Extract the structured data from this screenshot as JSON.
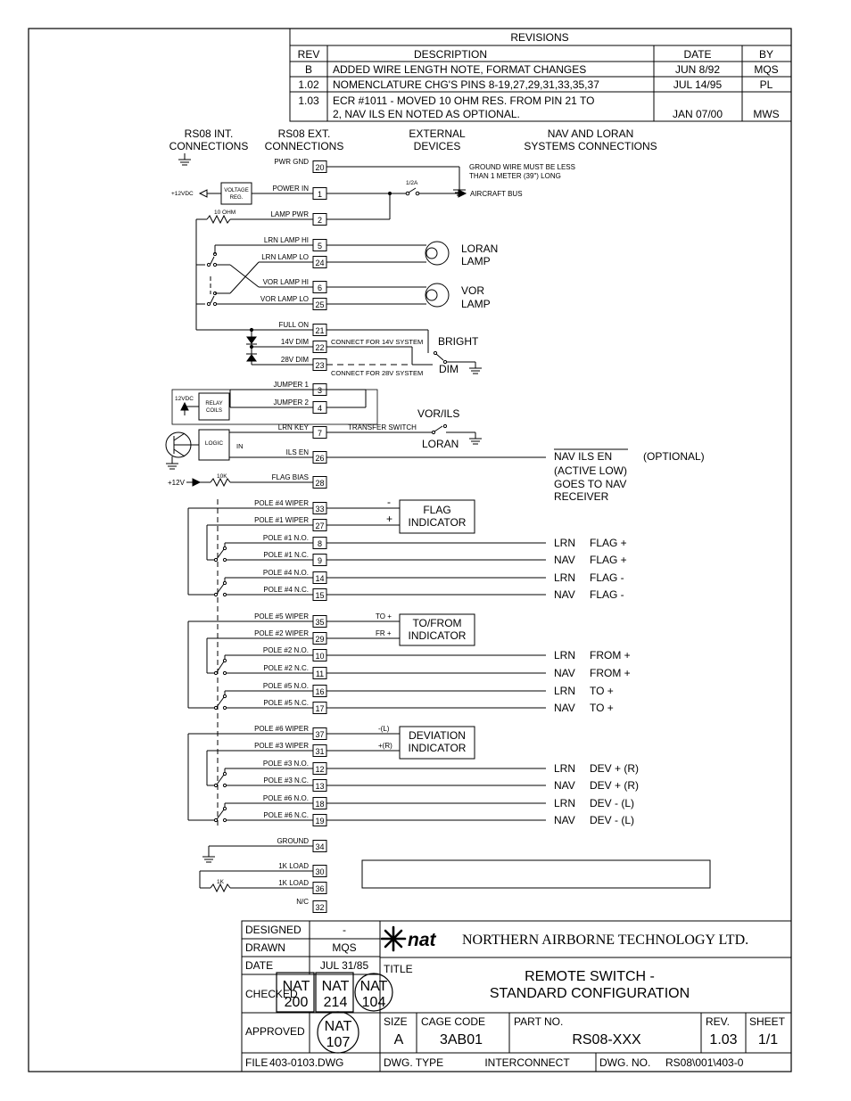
{
  "revisions": {
    "header": "REVISIONS",
    "columns": [
      "REV",
      "DESCRIPTION",
      "DATE",
      "BY"
    ],
    "rows": [
      {
        "rev": "B",
        "desc": [
          "ADDED WIRE LENGTH NOTE, FORMAT CHANGES"
        ],
        "date": "JUN 8/92",
        "by": "MQS"
      },
      {
        "rev": "1.02",
        "desc": [
          "NOMENCLATURE CHG'S PINS 8-19,27,29,31,33,35,37"
        ],
        "date": "JUL 14/95",
        "by": "PL"
      },
      {
        "rev": "1.03",
        "desc": [
          "ECR #1011 - MOVED 10 OHM RES. FROM PIN 21 TO",
          "2, NAV ILS EN NOTED AS OPTIONAL."
        ],
        "date": "JAN 07/00",
        "by": "MWS"
      }
    ]
  },
  "sections": {
    "int": [
      "RS08 INT.",
      "CONNECTIONS"
    ],
    "ext": [
      "RS08 EXT.",
      "CONNECTIONS"
    ],
    "devices": [
      "EXTERNAL",
      "DEVICES"
    ],
    "nav": [
      "NAV AND LORAN",
      "SYSTEMS CONNECTIONS"
    ]
  },
  "pins": [
    {
      "label": "PWR GND",
      "pin": "20"
    },
    {
      "label": "POWER IN",
      "pin": "1"
    },
    {
      "label": "LAMP PWR",
      "pin": "2"
    },
    {
      "label": "LRN LAMP HI",
      "pin": "5"
    },
    {
      "label": "LRN LAMP LO",
      "pin": "24"
    },
    {
      "label": "VOR LAMP HI",
      "pin": "6"
    },
    {
      "label": "VOR LAMP LO",
      "pin": "25"
    },
    {
      "label": "FULL ON",
      "pin": "21"
    },
    {
      "label": "14V DIM",
      "pin": "22"
    },
    {
      "label": "28V DIM",
      "pin": "23"
    },
    {
      "label": "JUMPER 1",
      "pin": "3"
    },
    {
      "label": "JUMPER 2",
      "pin": "4"
    },
    {
      "label": "LRN KEY",
      "pin": "7"
    },
    {
      "label": "ILS EN",
      "pin": "26"
    },
    {
      "label": "FLAG BIAS",
      "pin": "28"
    },
    {
      "label": "POLE #4 WIPER",
      "pin": "33"
    },
    {
      "label": "POLE #1 WIPER",
      "pin": "27"
    },
    {
      "label": "POLE #1 N.O.",
      "pin": "8"
    },
    {
      "label": "POLE #1 N.C.",
      "pin": "9"
    },
    {
      "label": "POLE #4 N.O.",
      "pin": "14"
    },
    {
      "label": "POLE #4 N.C.",
      "pin": "15"
    },
    {
      "label": "POLE #5 WIPER",
      "pin": "35"
    },
    {
      "label": "POLE #2 WIPER",
      "pin": "29"
    },
    {
      "label": "POLE #2 N.O.",
      "pin": "10"
    },
    {
      "label": "POLE #2 N.C.",
      "pin": "11"
    },
    {
      "label": "POLE #5 N.O.",
      "pin": "16"
    },
    {
      "label": "POLE #5 N.C.",
      "pin": "17"
    },
    {
      "label": "POLE #6 WIPER",
      "pin": "37"
    },
    {
      "label": "POLE #3 WIPER",
      "pin": "31"
    },
    {
      "label": "POLE #3 N.O.",
      "pin": "12"
    },
    {
      "label": "POLE #3 N.C.",
      "pin": "13"
    },
    {
      "label": "POLE #6 N.O.",
      "pin": "18"
    },
    {
      "label": "POLE #6 N.C.",
      "pin": "19"
    },
    {
      "label": "GROUND",
      "pin": "34"
    },
    {
      "label": "1K LOAD",
      "pin": "30"
    },
    {
      "label": "1K LOAD",
      "pin": "36"
    },
    {
      "label": "N/C",
      "pin": "32"
    }
  ],
  "outputs": [
    {
      "a": "LRN",
      "b": "FLAG +"
    },
    {
      "a": "NAV",
      "b": "FLAG +"
    },
    {
      "a": "LRN",
      "b": "FLAG -"
    },
    {
      "a": "NAV",
      "b": "FLAG -"
    },
    {
      "a": "LRN",
      "b": "FROM +"
    },
    {
      "a": "NAV",
      "b": "FROM +"
    },
    {
      "a": "LRN",
      "b": "TO +"
    },
    {
      "a": "NAV",
      "b": "TO +"
    },
    {
      "a": "LRN",
      "b": "DEV + (R)"
    },
    {
      "a": "NAV",
      "b": "DEV + (R)"
    },
    {
      "a": "LRN",
      "b": "DEV - (L)"
    },
    {
      "a": "NAV",
      "b": "DEV - (L)"
    }
  ],
  "labels": {
    "v12_out": "+12VDC",
    "voltage_reg": [
      "VOLTAGE",
      "REG."
    ],
    "ohm10": "10 OHM",
    "ground_note": [
      "GROUND WIRE MUST BE LESS",
      "THAN 1 METER (39\") LONG"
    ],
    "fuse": "1/2A",
    "aircraft_bus": "AIRCRAFT BUS",
    "loran_lamp": [
      "LORAN",
      "LAMP"
    ],
    "vor_lamp": [
      "VOR",
      "LAMP"
    ],
    "connect14": "CONNECT FOR 14V SYSTEM",
    "connect28": "CONNECT FOR 28V SYSTEM",
    "bright": "BRIGHT",
    "dim": "DIM",
    "v12_relay": "12VDC",
    "relay_coils": [
      "RELAY",
      "COILS"
    ],
    "logic": "LOGIC",
    "in": "IN",
    "transfer_switch": "TRANSFER SWITCH",
    "vor_ils": "VOR/ILS",
    "loran": "LORAN",
    "nav_ils_en": "NAV  ILS EN",
    "optional": "(OPTIONAL)",
    "ils_note": [
      "(ACTIVE LOW)",
      "GOES TO NAV",
      "RECEIVER"
    ],
    "v12_bias": "+12V",
    "r10k": "10K",
    "r1k": "1K",
    "flag_ind": [
      "FLAG",
      "INDICATOR"
    ],
    "tofrom_ind": [
      "TO/FROM",
      "INDICATOR"
    ],
    "dev_ind": [
      "DEVIATION",
      "INDICATOR"
    ],
    "minus": "-",
    "plus": "+",
    "to_plus": "TO +",
    "fr_plus": "FR +",
    "dev_l": "-(L)",
    "dev_r": "+(R)"
  },
  "title_block": {
    "designed_label": "DESIGNED",
    "designed": "-",
    "drawn_label": "DRAWN",
    "drawn": "MQS",
    "date_label": "DATE",
    "date": "JUL 31/85",
    "checked_label": "CHECKED",
    "approved_label": "APPROVED",
    "file_label": "FILE",
    "file": "403-0103.DWG",
    "company": "NORTHERN AIRBORNE TECHNOLOGY LTD.",
    "logo": "nat",
    "title_label": "TITLE",
    "title": [
      "REMOTE SWITCH -",
      "STANDARD CONFIGURATION"
    ],
    "size_label": "SIZE",
    "size": "A",
    "cage_label": "CAGE CODE",
    "cage": "3AB01",
    "part_label": "PART NO.",
    "part": "RS08-XXX",
    "rev_label": "REV.",
    "rev": "1.03",
    "sheet_label": "SHEET",
    "sheet": "1/1",
    "dwg_type_label": "DWG. TYPE",
    "dwg_type": "INTERCONNECT",
    "dwg_no_label": "DWG. NO.",
    "dwg_no": "RS08\\001\\403-0"
  },
  "stamps": [
    {
      "top": "NAT",
      "num": "200"
    },
    {
      "top": "NAT",
      "num": "214"
    },
    {
      "top": "NAT",
      "num": "104"
    },
    {
      "top": "NAT",
      "num": "107"
    }
  ]
}
